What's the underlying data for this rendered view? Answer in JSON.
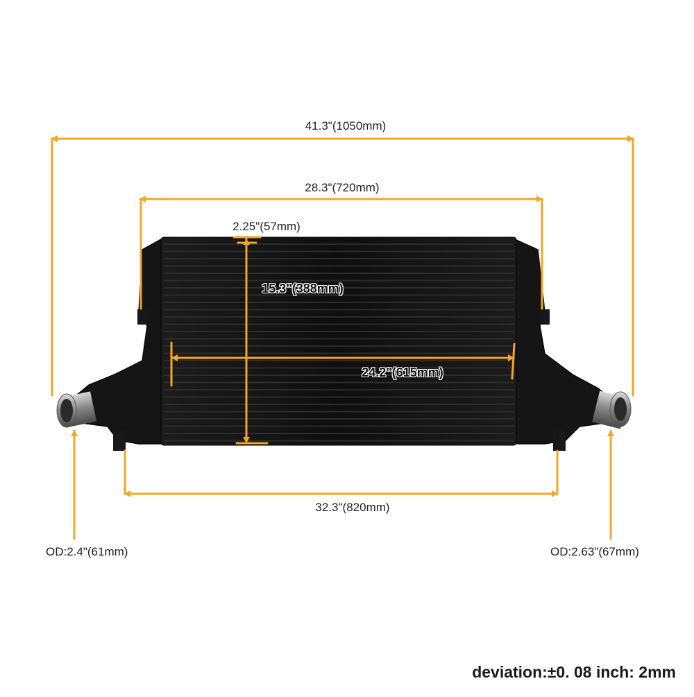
{
  "dimensions": {
    "overall_width": "41.3\"(1050mm)",
    "core_width": "28.3\"(720mm)",
    "core_thickness": "2.25\"(57mm)",
    "core_height": "15.3\"(388mm)",
    "core_inner_width": "24.2\"(615mm)",
    "mount_span": "32.3\"(820mm)",
    "inlet_od": "OD:2.4\"(61mm)",
    "outlet_od": "OD:2.63\"(67mm)"
  },
  "footer": {
    "deviation": "deviation:±0. 08 inch: 2mm"
  },
  "colors": {
    "dimension_line": "#F5A623",
    "product_body": "#141414",
    "fin_line": "#2a2a2a",
    "pipe_metal": "#9a9a9a"
  },
  "icons": {
    "product": "intercooler-illustration",
    "arrow": "dimension-arrow"
  }
}
